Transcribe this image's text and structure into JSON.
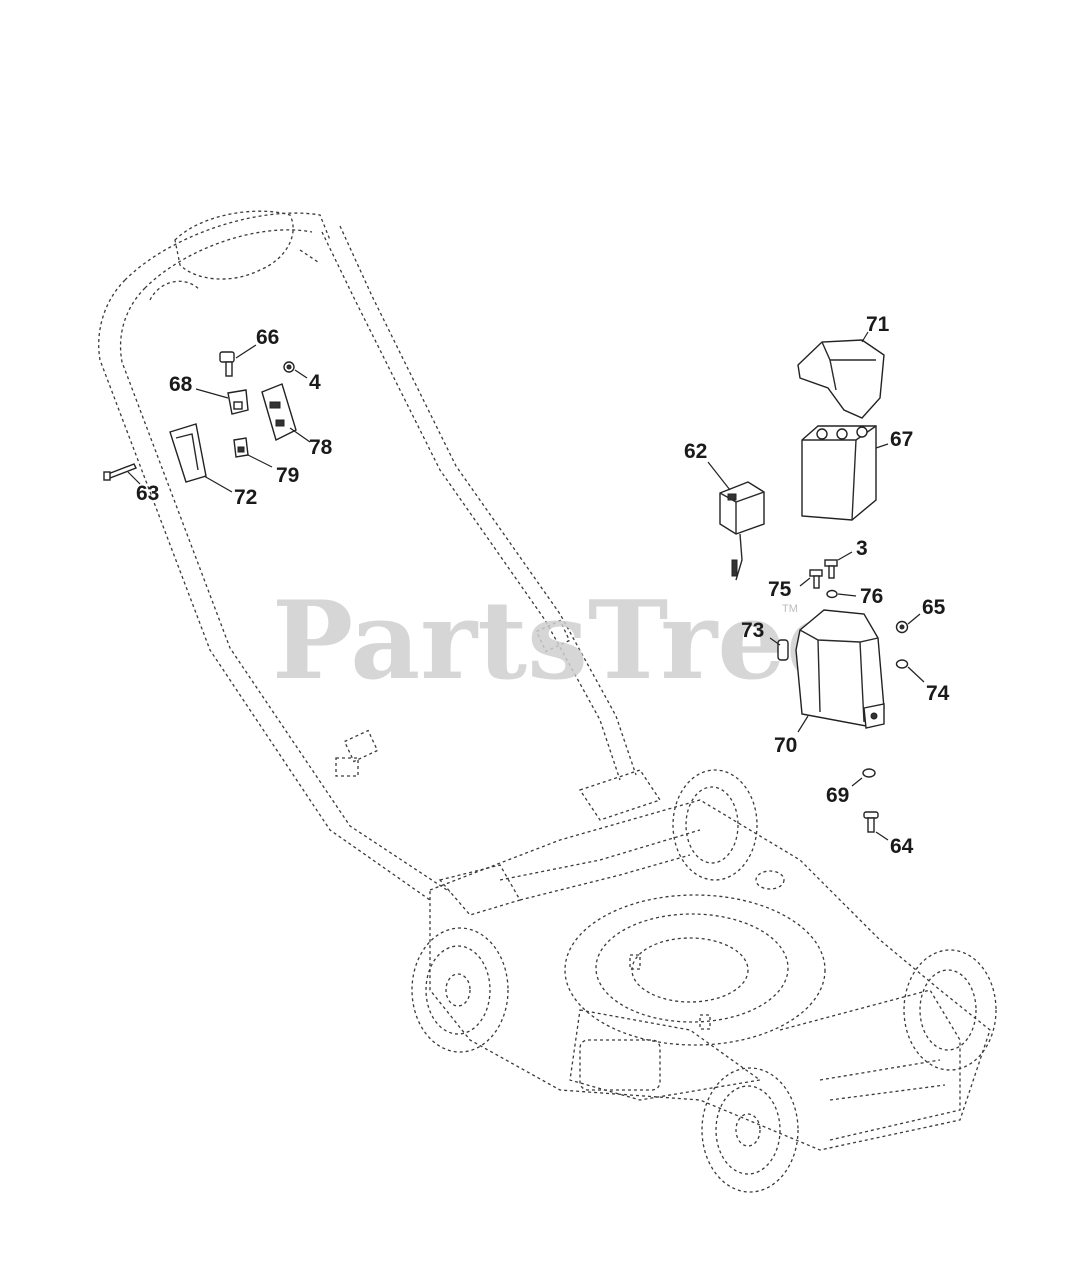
{
  "watermark": {
    "text": "PartsTree",
    "mark": "TM"
  },
  "callouts": {
    "c66": "66",
    "c4": "4",
    "c68": "68",
    "c78": "78",
    "c79": "79",
    "c72": "72",
    "c63": "63",
    "c71": "71",
    "c67": "67",
    "c62": "62",
    "c3": "3",
    "c75": "75",
    "c76": "76",
    "c65": "65",
    "c73": "73",
    "c74": "74",
    "c70": "70",
    "c69": "69",
    "c64": "64"
  }
}
